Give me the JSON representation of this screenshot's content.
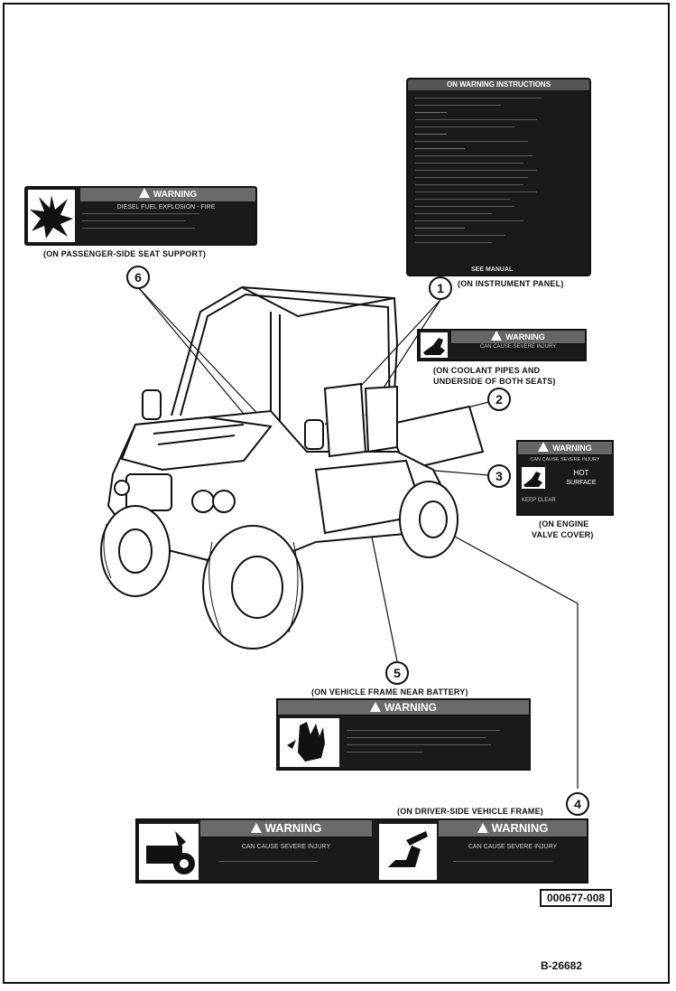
{
  "decals": {
    "instrument": {
      "header": "ON WARNING INSTRUCTIONS",
      "footer": "SEE MANUAL",
      "location": "(ON INSTRUMENT PANEL)"
    },
    "seat_support": {
      "header": "WARNING",
      "line1": "DIESEL FUEL EXPLOSION - FIRE",
      "location": "(ON PASSENGER-SIDE SEAT SUPPORT)"
    },
    "coolant": {
      "header": "WARNING",
      "sub": "CAN CAUSE SEVERE INJURY",
      "location_line1": "(ON COOLANT PIPES AND",
      "location_line2": "UNDERSIDE OF BOTH SEATS)"
    },
    "valve_cover": {
      "header": "WARNING",
      "sub": "CAN CAUSE SEVERE INJURY",
      "hot": "HOT",
      "surface": "SURFACE",
      "keep": "KEEP CLEAR",
      "location_line1": "(ON ENGINE",
      "location_line2": "VALVE COVER)"
    },
    "battery": {
      "header": "WARNING",
      "location": "(ON VEHICLE FRAME NEAR BATTERY)"
    },
    "frame": {
      "header_left": "WARNING",
      "header_right": "WARNING",
      "sub_left": "CAN CAUSE SEVERE INJURY",
      "sub_right": "CAN CAUSE SEVERE INJURY",
      "location": "(ON DRIVER-SIDE VEHICLE FRAME)"
    }
  },
  "callouts": [
    "1",
    "2",
    "3",
    "4",
    "5",
    "6"
  ],
  "figure_code": "000677-008",
  "page_ref": "B-26682"
}
